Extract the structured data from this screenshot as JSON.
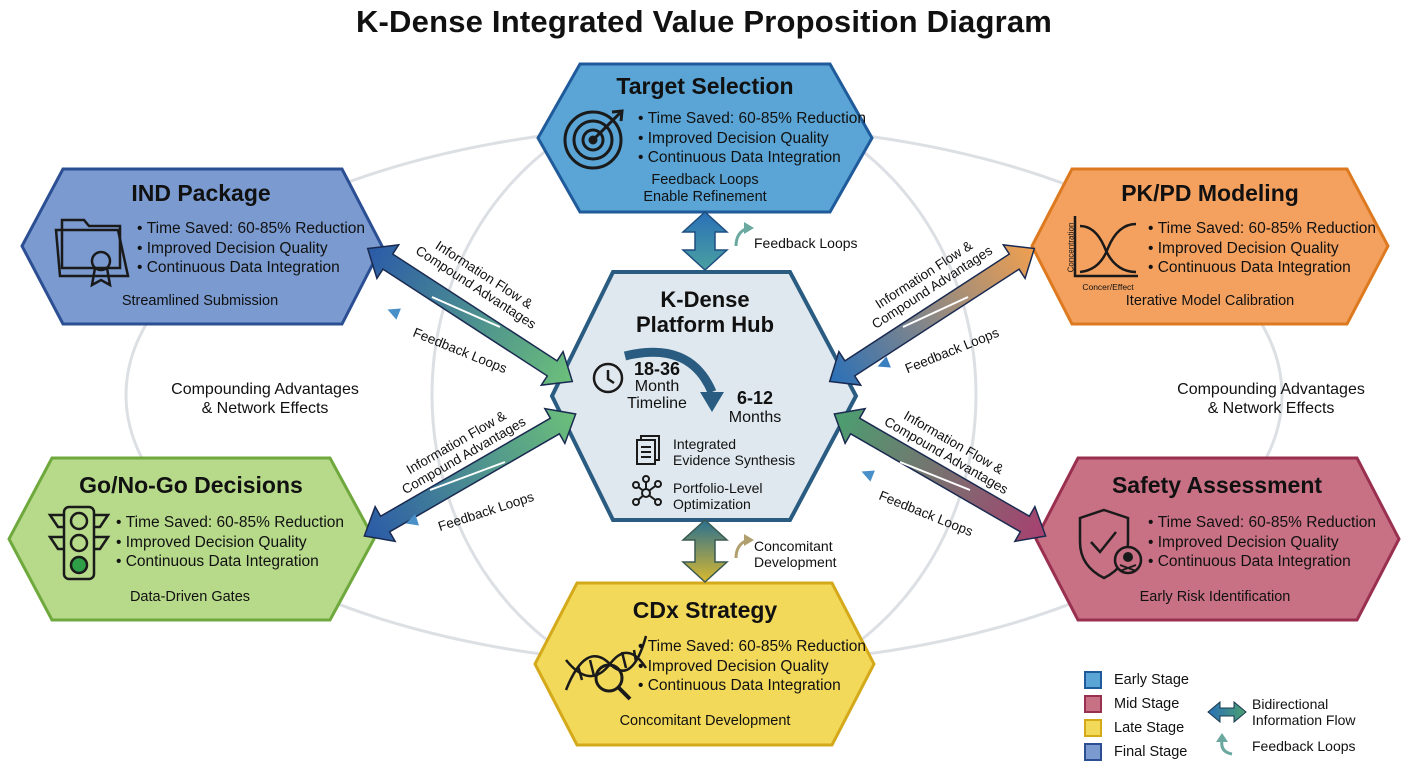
{
  "title": "K-Dense Integrated Value Proposition Diagram",
  "hub": {
    "title_line1": "K-Dense",
    "title_line2": "Platform Hub",
    "timeline_from_value": "18-36",
    "timeline_from_unit_line1": "Month",
    "timeline_from_unit_line2": "Timeline",
    "timeline_to_value": "6-12",
    "timeline_to_unit": "Months",
    "feature1_line1": "Integrated",
    "feature1_line2": "Evidence Synthesis",
    "feature2_line1": "Portfolio-Level",
    "feature2_line2": "Optimization"
  },
  "nodes": {
    "target": {
      "title": "Target Selection",
      "bullets": [
        "Time Saved: 60-85% Reduction",
        "Improved Decision Quality",
        "Continuous Data Integration"
      ],
      "footer_line1": "Feedback Loops",
      "footer_line2": "Enable Refinement",
      "icon": "target-icon",
      "color": "#5aa5d6"
    },
    "ind": {
      "title": "IND Package",
      "bullets": [
        "Time Saved: 60-85% Reduction",
        "Improved Decision Quality",
        "Continuous Data Integration"
      ],
      "footer": "Streamlined Submission",
      "icon": "folder-certificate-icon",
      "color": "#7a9ad0"
    },
    "pkpd": {
      "title": "PK/PD Modeling",
      "bullets": [
        "Time Saved: 60-85% Reduction",
        "Improved Decision Quality",
        "Continuous Data Integration"
      ],
      "footer": "Iterative Model Calibration",
      "icon": "concentration-curve-icon",
      "icon_ylabel": "Concentration",
      "icon_xlabel": "Concer/Effect",
      "color": "#f4a160"
    },
    "gonogo": {
      "title": "Go/No-Go Decisions",
      "bullets": [
        "Time Saved: 60-85% Reduction",
        "Improved Decision Quality",
        "Continuous Data Integration"
      ],
      "footer": "Data-Driven Gates",
      "icon": "traffic-light-icon",
      "color": "#b6d98a"
    },
    "safety": {
      "title": "Safety Assessment",
      "bullets": [
        "Time Saved: 60-85% Reduction",
        "Improved Decision Quality",
        "Continuous Data Integration"
      ],
      "footer": "Early Risk Identification",
      "icon": "shield-skull-icon",
      "color": "#c87185"
    },
    "cdx": {
      "title": "CDx Strategy",
      "bullets": [
        "Time Saved: 60-85% Reduction",
        "Improved Decision Quality",
        "Continuous Data Integration"
      ],
      "footer": "Concomitant Development",
      "icon": "dna-magnifier-icon",
      "color": "#f2d95a"
    }
  },
  "connectors": {
    "top_feedback": "Feedback Loops",
    "bottom_feedback_line1": "Concomitant",
    "bottom_feedback_line2": "Development",
    "flow_line1": "Information Flow &",
    "flow_line2": "Compound Advantages",
    "feedback": "Feedback Loops",
    "left_note_line1": "Compounding Advantages",
    "left_note_line2": "& Network Effects",
    "right_note_line1": "Compounding Advantages",
    "right_note_line2": "& Network Effects"
  },
  "legend": {
    "early": {
      "label": "Early Stage",
      "color": "#5aa5d6"
    },
    "mid": {
      "label": "Mid Stage",
      "color": "#c87185"
    },
    "late": {
      "label": "Late Stage",
      "color": "#f2d95a"
    },
    "final": {
      "label": "Final Stage",
      "color": "#7a9ad0"
    },
    "bidir_line1": "Bidirectional",
    "bidir_line2": "Information Flow",
    "feedback": "Feedback Loops"
  }
}
